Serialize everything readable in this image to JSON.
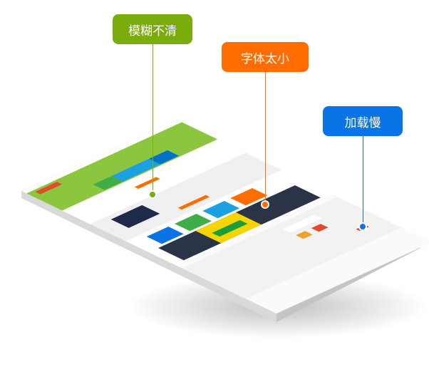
{
  "callouts": [
    {
      "label": "模糊不清",
      "color": "#7aac0c"
    },
    {
      "label": "字体太小",
      "color": "#ff6c00"
    },
    {
      "label": "加载慢",
      "color": "#0a73e6"
    }
  ]
}
